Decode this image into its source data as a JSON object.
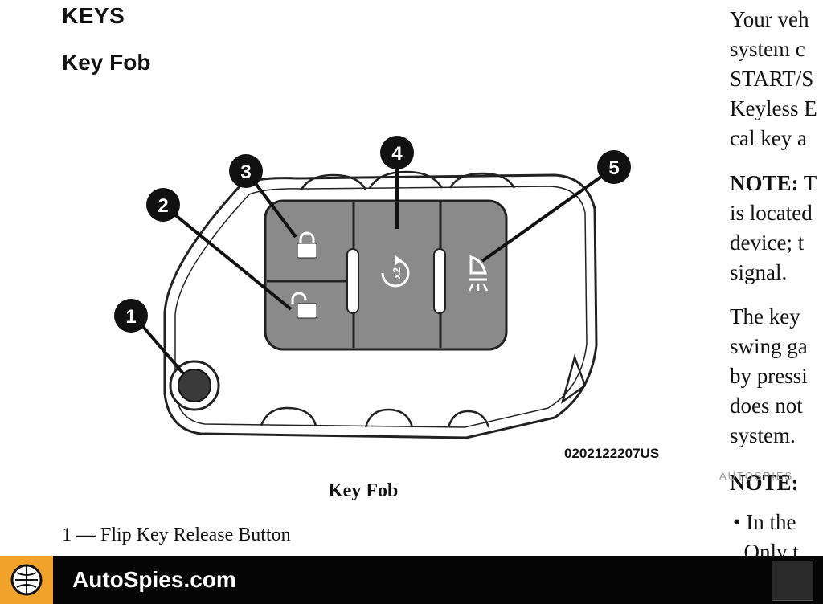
{
  "document": {
    "heading": "KEYS",
    "subheading": "Key Fob",
    "figure": {
      "code": "0202122207US",
      "caption": "Key Fob",
      "callouts": [
        "1",
        "2",
        "3",
        "4",
        "5"
      ],
      "icons": [
        "lock-icon",
        "unlock-icon",
        "remote-start-icon",
        "horn-icon"
      ],
      "center_button_label": "x2"
    },
    "legend": [
      "1 — Flip Key Release Button"
    ],
    "right_column": {
      "para1": [
        "Your veh",
        "system c",
        "START/S",
        "Keyless E",
        "cal key a"
      ],
      "note1_label": "NOTE:",
      "note1_first": " T",
      "note1_rest": [
        "is located",
        "device; t",
        "signal."
      ],
      "para2": [
        "The key",
        "swing ga",
        "by pressi",
        "does not",
        "system."
      ],
      "note2": "NOTE:",
      "bullet": [
        "In the",
        "Only t"
      ]
    },
    "watermark": "AUTOSPIES"
  },
  "footer": {
    "brand": "AutoSpies.com",
    "accent_color": "#f0a22a",
    "background": "#050505"
  }
}
